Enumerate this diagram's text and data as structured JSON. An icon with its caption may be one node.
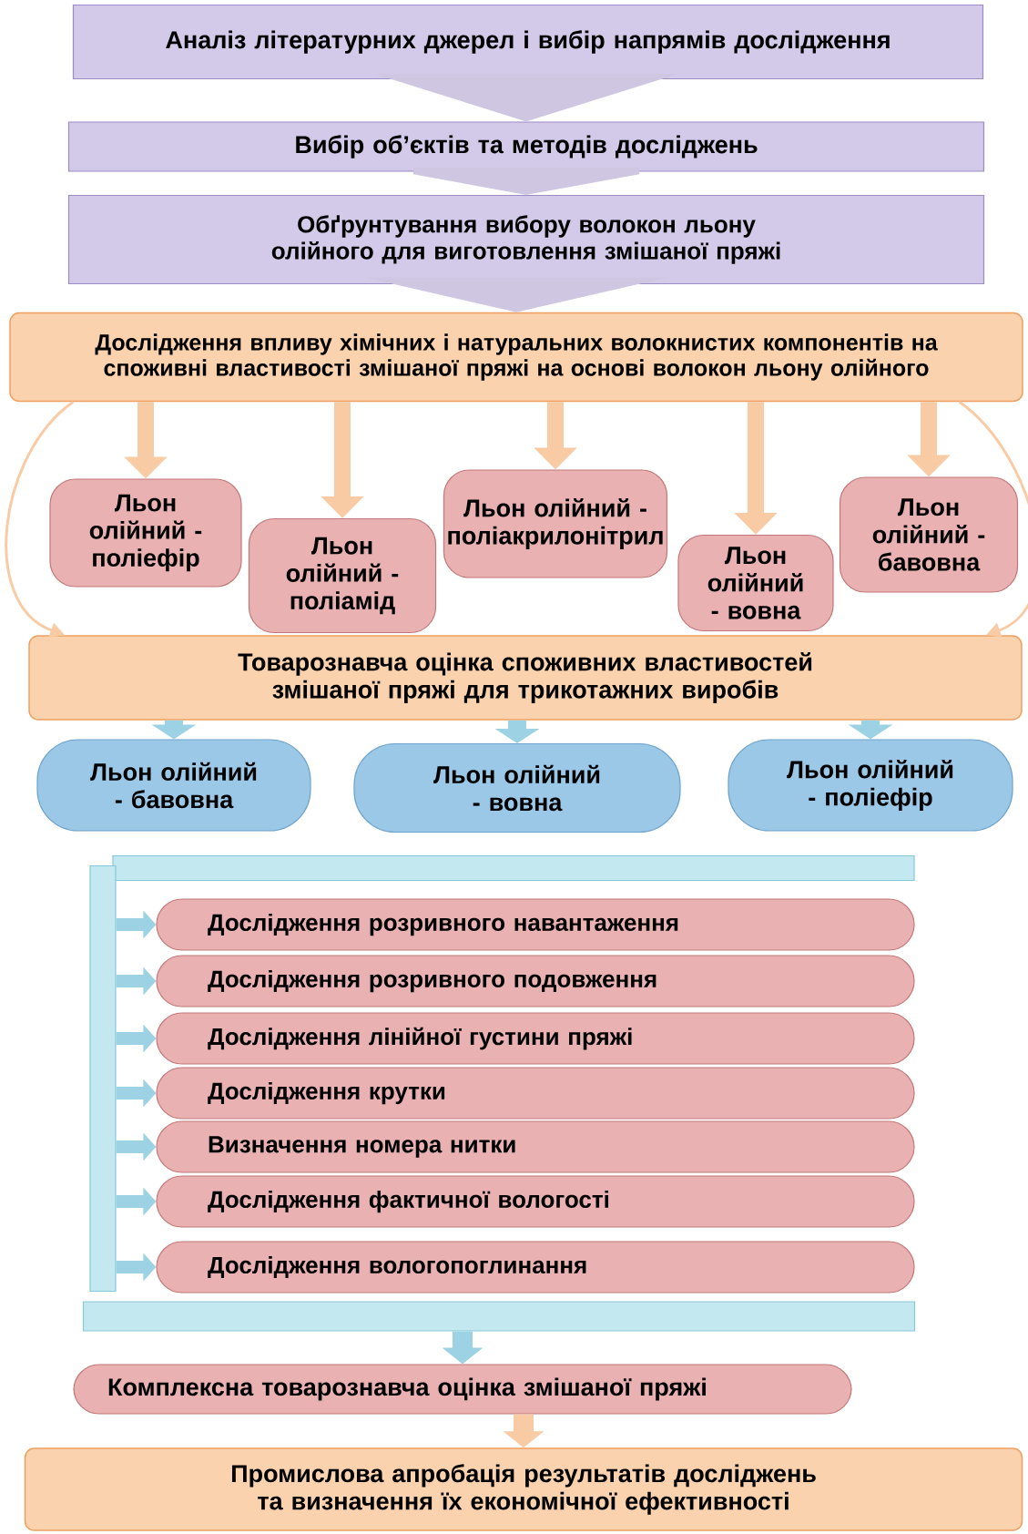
{
  "diagram": {
    "nodes": [
      {
        "text": [
          "Аналіз літературних джерел і вибір напрямів дослідження"
        ]
      },
      {
        "text": [
          "Вибір об’єктів та методів досліджень"
        ]
      },
      {
        "text": [
          "Обґрунтування вибору волокон льону олійного для виготовлення змішаної пряжі"
        ]
      },
      {
        "text": [
          "Дослідження впливу хімічних і натуральних волокнистих компонентів на споживні властивості змішаної пряжі на основі волокон льону олійного"
        ]
      },
      {
        "text": [
          "Льон олійний - поліефір"
        ]
      },
      {
        "text": [
          "Льон олійний - поліамід"
        ]
      },
      {
        "text": [
          "Льон олійний - поліакрилонітрил"
        ]
      },
      {
        "text": [
          "Льон олійний - вовна"
        ]
      },
      {
        "text": [
          "Льон олійний - бавовна"
        ]
      },
      {
        "text": [
          "Товарознавча оцінка споживних властивостей змішаної пряжі для трикотажних виробів"
        ]
      },
      {
        "text": [
          "Льон олійний - бавовна"
        ]
      },
      {
        "text": [
          "Льон олійний - вовна"
        ]
      },
      {
        "text": [
          "Льон олійний - поліефір"
        ]
      },
      {
        "text": [],
        "shape": "bar"
      },
      {
        "text": [],
        "shape": "bar"
      },
      {
        "text": [
          "Дослідження розривного навантаження"
        ]
      },
      {
        "text": [
          "Дослідження розривного подовження"
        ]
      },
      {
        "text": [
          "Дослідження лінійної густини пряжі"
        ]
      },
      {
        "text": [
          "Дослідження крутки"
        ]
      },
      {
        "text": [
          "Визначення номера нитки"
        ]
      },
      {
        "text": [
          "Дослідження фактичної вологості"
        ]
      },
      {
        "text": [
          "Дослідження вологопоглинання"
        ]
      },
      {
        "text": [],
        "shape": "bar"
      },
      {
        "text": [
          "Комплексна товарознавча оцінка змішаної пряжі"
        ]
      },
      {
        "text": [
          "Промислова апробація результатів досліджень та визначення їх економічної ефективності"
        ]
      }
    ],
    "edges": [
      {
        "from": 0,
        "to": 1,
        "arrow": "to",
        "style": "thick",
        "color": "#cfc6e2"
      },
      {
        "from": 1,
        "to": 2,
        "arrow": "to",
        "style": "thick",
        "color": "#cfc6e2"
      },
      {
        "from": 2,
        "to": 3,
        "arrow": "to",
        "style": "thick",
        "color": "#cfc6e2"
      },
      {
        "from": 3,
        "to": 4,
        "arrow": "to",
        "color": "#f8cba4"
      },
      {
        "from": 3,
        "to": 5,
        "arrow": "to",
        "color": "#f8cba4"
      },
      {
        "from": 3,
        "to": 6,
        "arrow": "to",
        "color": "#f8cba4"
      },
      {
        "from": 3,
        "to": 7,
        "arrow": "to",
        "color": "#f8cba4"
      },
      {
        "from": 3,
        "to": 8,
        "arrow": "to",
        "color": "#f8cba4"
      },
      {
        "from": 3,
        "to": 9,
        "arrow": "to",
        "color": "#f8cba4"
      },
      {
        "from": 3,
        "to": 9,
        "arrow": "to",
        "color": "#f8cba4"
      },
      {
        "from": 9,
        "to": 10,
        "arrow": "to"
      },
      {
        "from": 9,
        "to": 11,
        "arrow": "to"
      },
      {
        "from": 9,
        "to": 12,
        "arrow": "to"
      },
      {
        "from": 14,
        "to": 15,
        "arrow": "to"
      },
      {
        "from": 14,
        "to": 16,
        "arrow": "to"
      },
      {
        "from": 14,
        "to": 17,
        "arrow": "to"
      },
      {
        "from": 14,
        "to": 18,
        "arrow": "to"
      },
      {
        "from": 14,
        "to": 19,
        "arrow": "to"
      },
      {
        "from": 14,
        "to": 20,
        "arrow": "to"
      },
      {
        "from": 14,
        "to": 21,
        "arrow": "to"
      },
      {
        "from": 22,
        "to": 23,
        "arrow": "to"
      },
      {
        "from": 23,
        "to": 24,
        "arrow": "to",
        "color": "#f8cba4"
      }
    ]
  }
}
